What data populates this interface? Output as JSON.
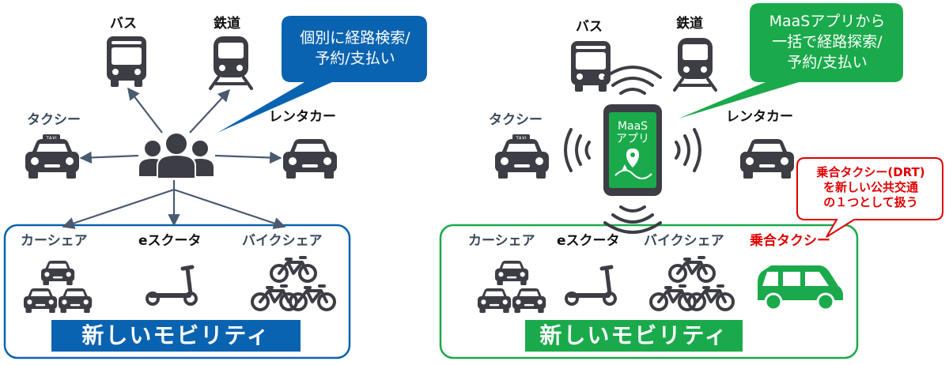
{
  "left": {
    "labels": {
      "bus": "バス",
      "rail": "鉄道",
      "taxi": "タクシー",
      "rental": "レンタカー",
      "carshare": "カーシェア",
      "escooter": "eスクータ",
      "bikeshare": "バイクシェア"
    },
    "bubble": [
      "個別に経路検索/",
      "予約/支払い"
    ],
    "title": "新しいモビリティ",
    "taxi_sign": "TAXI"
  },
  "right": {
    "labels": {
      "bus": "バス",
      "rail": "鉄道",
      "taxi": "タクシー",
      "rental": "レンタカー",
      "carshare": "カーシェア",
      "escooter": "eスクータ",
      "bikeshare": "バイクシェア",
      "ridetaxi": "乗合タクシー"
    },
    "bubble": [
      "MaaSアプリから",
      "一括で経路探索/",
      "予約/支払い"
    ],
    "phone": [
      "MaaS",
      "アプリ"
    ],
    "callout": [
      "乗合タクシー(DRT)",
      "を新しい公共交通",
      "の１つとして扱う"
    ],
    "title": "新しいモビリティ",
    "taxi_sign": "TAXI"
  },
  "colors": {
    "blue": "#0a63b0",
    "green": "#1aaa4b",
    "icon": "#3d3d45",
    "red": "#e00000"
  }
}
